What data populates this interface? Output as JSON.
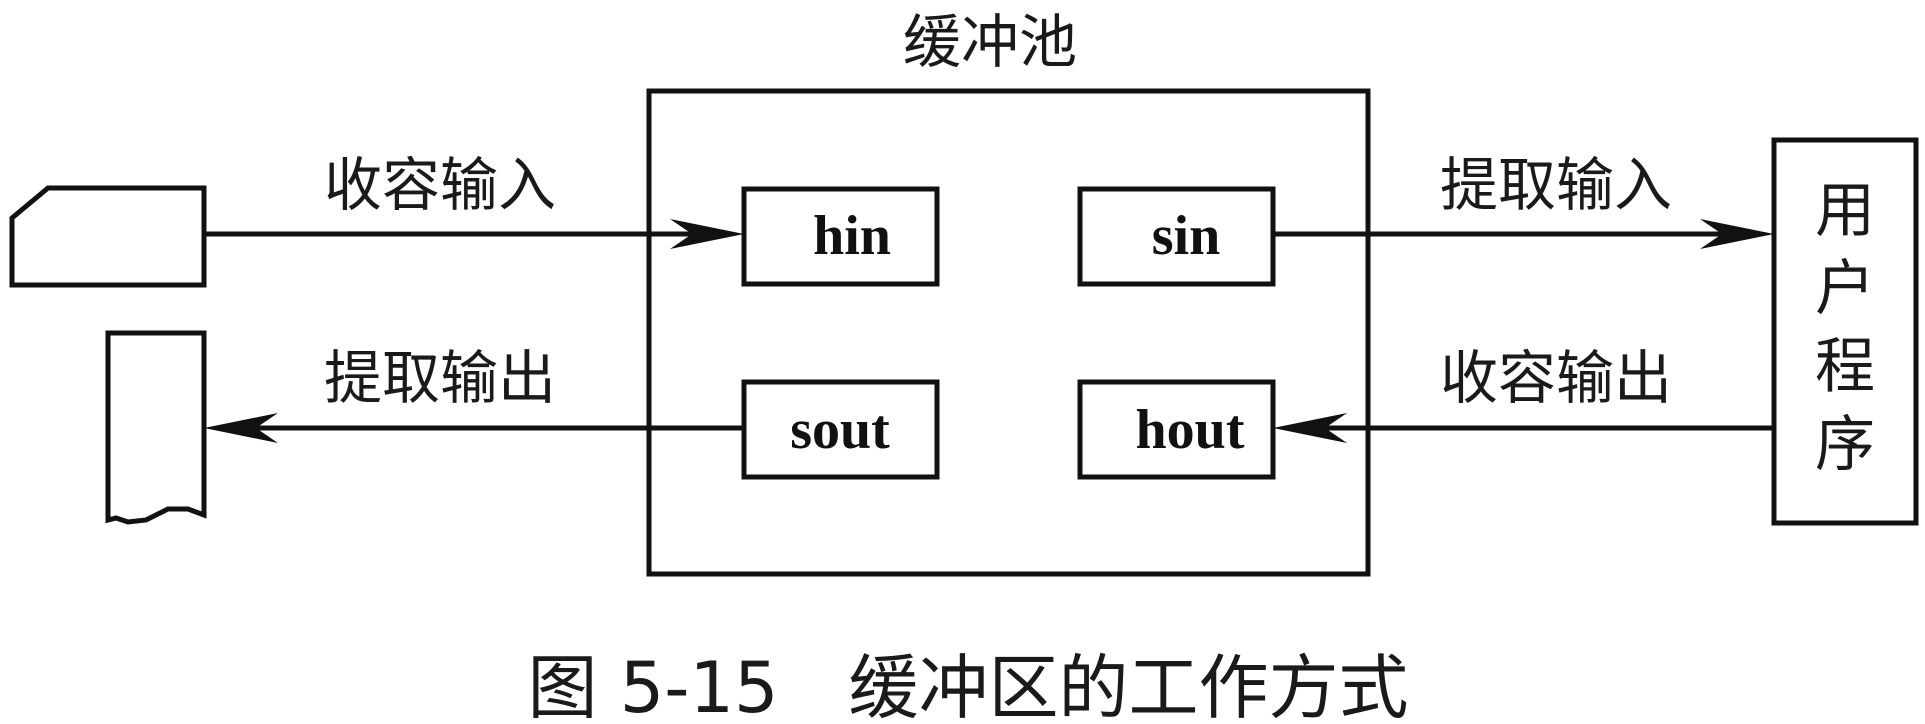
{
  "diagram": {
    "pool_title": "缓冲池",
    "buffers": {
      "hin": "hin",
      "sin": "sin",
      "sout": "sout",
      "hout": "hout"
    },
    "arrows": {
      "collect_input": "收容输入",
      "extract_input": "提取输入",
      "extract_output": "提取输出",
      "collect_output": "收容输出"
    },
    "user_program": [
      "用",
      "户",
      "程",
      "序"
    ],
    "caption": "图 5-15　缓冲区的工作方式"
  }
}
